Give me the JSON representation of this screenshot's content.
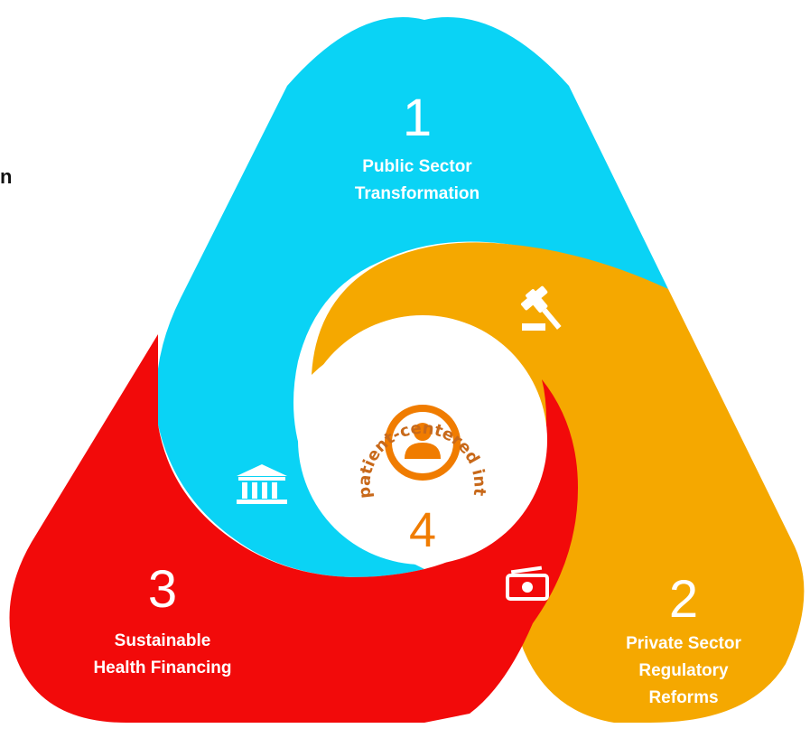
{
  "colors": {
    "blue": "#0ad3f5",
    "orange": "#f5a800",
    "red": "#f20a0a",
    "center_accent": "#f07c00",
    "text_white": "#ffffff",
    "arc_text": "#c8691a"
  },
  "edge_fragment": "n",
  "segments": [
    {
      "number": "1",
      "label_lines": [
        "Public Sector",
        "Transformation"
      ],
      "icon": "bank-icon",
      "color": "#0ad3f5"
    },
    {
      "number": "2",
      "label_lines": [
        "Private Sector",
        "Regulatory",
        "Reforms"
      ],
      "icon": "gavel-icon",
      "color": "#f5a800"
    },
    {
      "number": "3",
      "label_lines": [
        "Sustainable",
        "Health Financing"
      ],
      "icon": "money-icon",
      "color": "#f20a0a"
    }
  ],
  "center": {
    "number": "4",
    "arc_text": "patient-centered integrated care",
    "icon": "person-icon"
  }
}
